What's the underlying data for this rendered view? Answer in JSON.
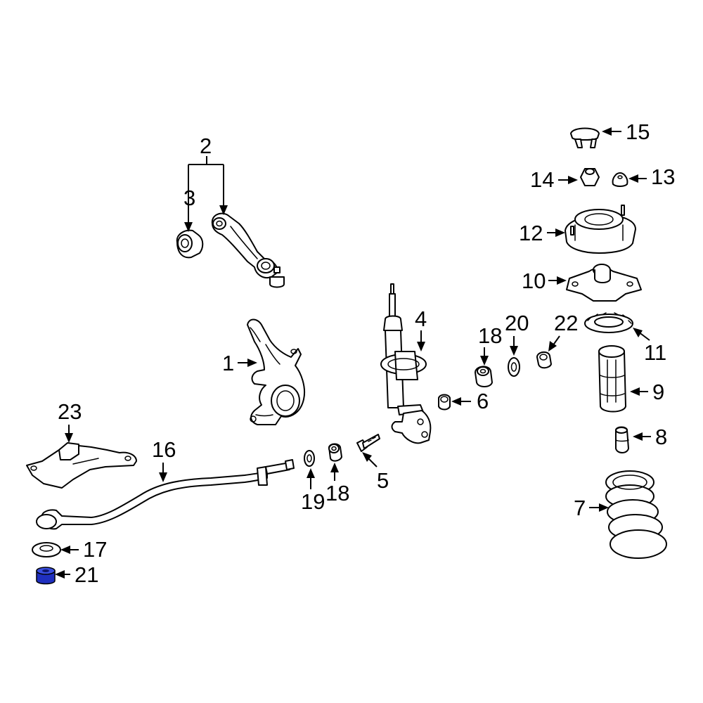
{
  "diagram": {
    "highlight_color": "#1f2fbf",
    "callouts": {
      "c1": "1",
      "c2": "2",
      "c3": "3",
      "c4": "4",
      "c5": "5",
      "c6": "6",
      "c7": "7",
      "c8": "8",
      "c9": "9",
      "c10": "10",
      "c11": "11",
      "c12": "12",
      "c13": "13",
      "c14": "14",
      "c15": "15",
      "c16": "16",
      "c17": "17",
      "c18a": "18",
      "c18b": "18",
      "c19": "19",
      "c20": "20",
      "c21": "21",
      "c22": "22",
      "c23": "23"
    }
  }
}
